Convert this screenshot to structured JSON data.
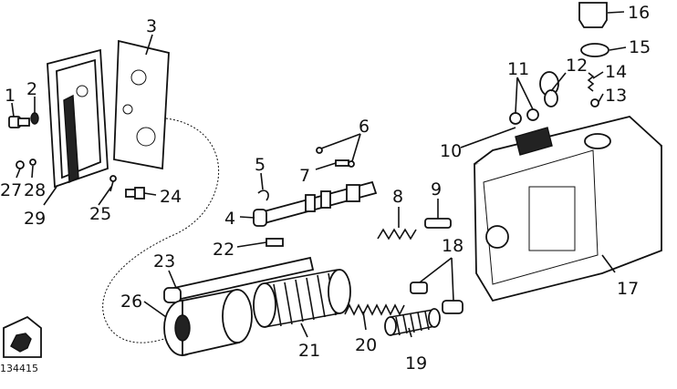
{
  "diagram": {
    "callouts": [
      "1",
      "2",
      "3",
      "4",
      "5",
      "6",
      "7",
      "8",
      "9",
      "10",
      "11",
      "12",
      "13",
      "14",
      "15",
      "16",
      "17",
      "18",
      "19",
      "20",
      "21",
      "22",
      "23",
      "24",
      "25",
      "26",
      "27",
      "28",
      "29"
    ],
    "reference_number": "134415",
    "logo_icon": "deer-logo-icon"
  }
}
